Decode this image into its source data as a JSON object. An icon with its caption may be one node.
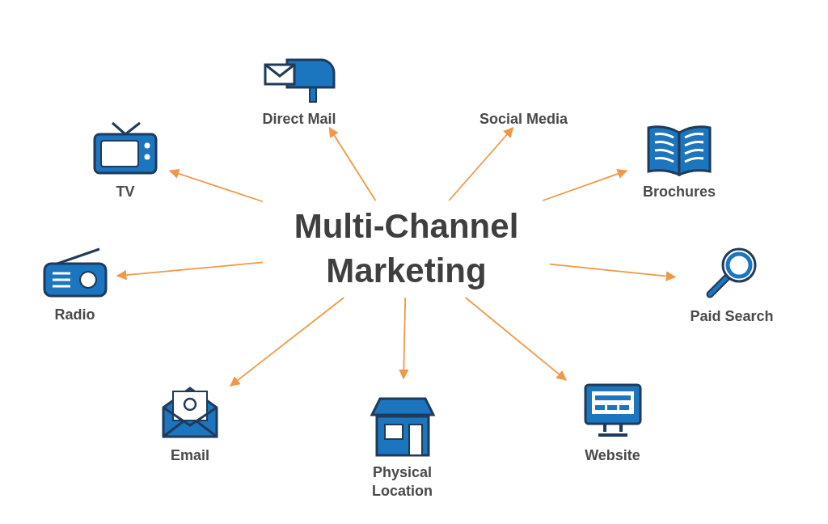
{
  "diagram": {
    "nodes": [
      {
        "text": [
          "Multi-Channel Marketing"
        ]
      },
      {
        "text": [
          "Direct Mail"
        ]
      },
      {
        "text": [
          "Social Media"
        ]
      },
      {
        "text": [
          "TV"
        ]
      },
      {
        "text": [
          "Brochures"
        ]
      },
      {
        "text": [
          "Radio"
        ]
      },
      {
        "text": [
          "Paid Search"
        ]
      },
      {
        "text": [
          "Email"
        ]
      },
      {
        "text": [
          "Physical Location"
        ]
      },
      {
        "text": [
          "Website"
        ]
      }
    ],
    "edges": [
      {
        "from": 0,
        "to": 1,
        "arrow": "to"
      },
      {
        "from": 0,
        "to": 2,
        "arrow": "to"
      },
      {
        "from": 0,
        "to": 3,
        "arrow": "to"
      },
      {
        "from": 0,
        "to": 4,
        "arrow": "to"
      },
      {
        "from": 0,
        "to": 5,
        "arrow": "to"
      },
      {
        "from": 0,
        "to": 6,
        "arrow": "to"
      },
      {
        "from": 0,
        "to": 7,
        "arrow": "to"
      },
      {
        "from": 0,
        "to": 8,
        "arrow": "to"
      },
      {
        "from": 0,
        "to": 9,
        "arrow": "to"
      }
    ]
  }
}
